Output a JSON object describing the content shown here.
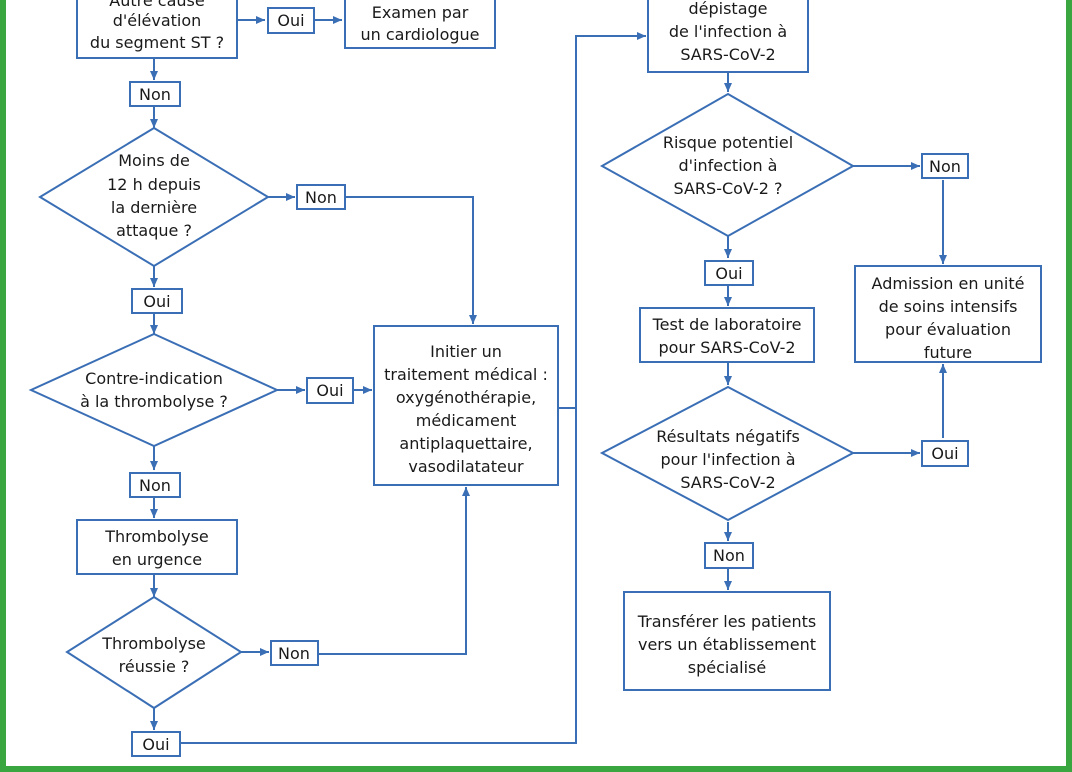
{
  "colors": {
    "frame": "#3aa63f",
    "stroke": "#3a6eb5",
    "text": "#1a1a1a"
  },
  "nodes": {
    "st_q": [
      "Autre cause",
      "d'élévation",
      "du segment ST ?"
    ],
    "st_yes": "Oui",
    "cardio": [
      "Examen par",
      "un cardiologue"
    ],
    "st_no": "Non",
    "time_q": [
      "Moins de",
      "12 h depuis",
      "la dernière",
      "attaque ?"
    ],
    "time_no": "Non",
    "time_yes": "Oui",
    "contra_q": [
      "Contre-indication",
      "à la thrombolyse ?"
    ],
    "contra_yes": "Oui",
    "contra_no": "Non",
    "thrombo_box": [
      "Thrombolyse",
      "en urgence"
    ],
    "success_q": [
      "Thrombolyse",
      "réussie ?"
    ],
    "success_no": "Non",
    "success_yes": "Oui",
    "treatment": [
      "Initier un",
      "traitement médical :",
      "oxygénothérapie,",
      "médicament",
      "antiplaquettaire,",
      "vasodilatateur"
    ],
    "screening": [
      "dépistage",
      "de l'infection à",
      "SARS-CoV-2"
    ],
    "risk_q": [
      "Risque potentiel",
      "d'infection à",
      "SARS-CoV-2 ?"
    ],
    "risk_no": "Non",
    "risk_yes": "Oui",
    "icu": [
      "Admission en unité",
      "de soins intensifs",
      "pour évaluation",
      "future"
    ],
    "lab_test": [
      "Test de laboratoire",
      "pour SARS-CoV-2"
    ],
    "neg_q": [
      "Résultats négatifs",
      "pour l'infection à",
      "SARS-CoV-2"
    ],
    "neg_yes": "Oui",
    "neg_no": "Non",
    "transfer": [
      "Transférer les patients",
      "vers un établissement",
      "spécialisé"
    ]
  }
}
